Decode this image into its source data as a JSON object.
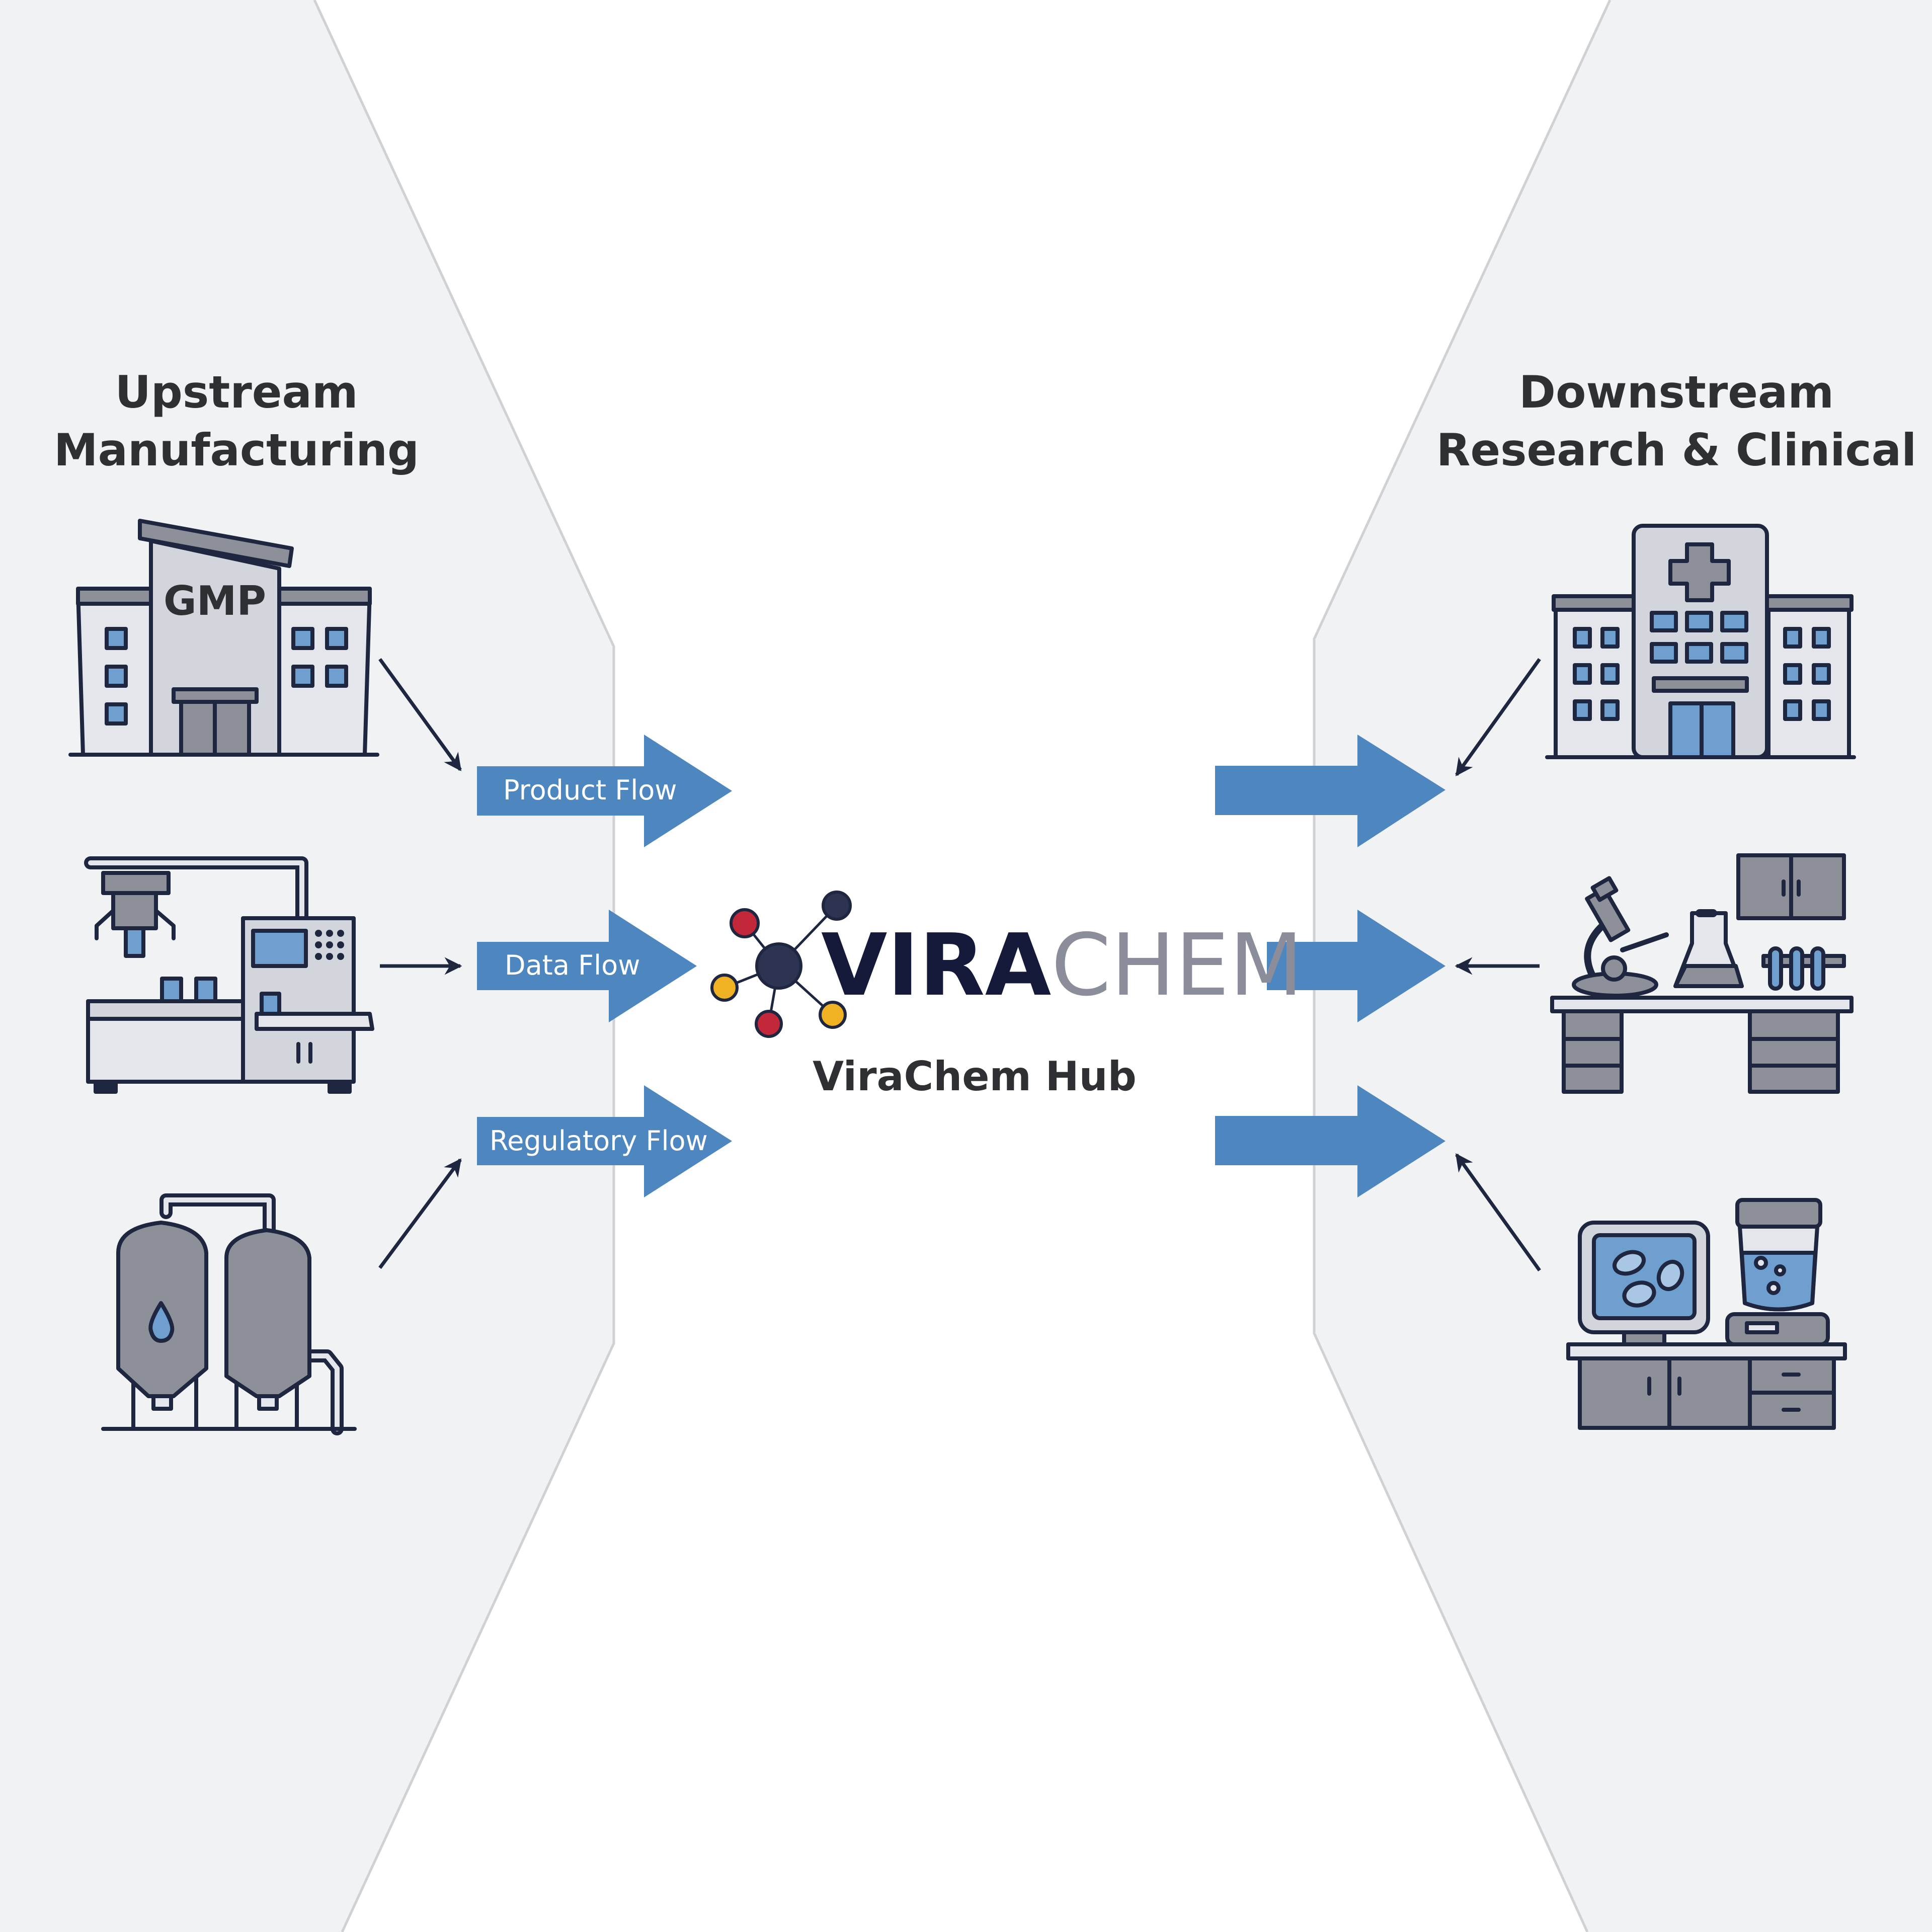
{
  "colors": {
    "background": "#ffffff",
    "panel": "#f1f2f4",
    "panel_edge": "#cfd1d5",
    "arrow_blue": "#4e86bf",
    "ink": "#1e2640",
    "heading_text": "#2f3033",
    "brand_dark": "#151a3a",
    "brand_gray": "#8b8e9a",
    "node_red": "#c3283a",
    "node_yellow": "#f0b223",
    "node_navy": "#2c3452"
  },
  "upstream": {
    "heading_line1": "Upstream",
    "heading_line2": "Manufacturing",
    "facility_sign": "GMP",
    "icons": [
      "gmp-factory-icon",
      "robotic-filling-line-icon",
      "bioreactor-tanks-icon"
    ]
  },
  "downstream": {
    "heading_line1": "Downstream",
    "heading_line2": "Research & Clinical",
    "icons": [
      "hospital-icon",
      "laboratory-bench-icon",
      "cell-imaging-station-icon"
    ]
  },
  "flows": {
    "product": "Product Flow",
    "data": "Data Flow",
    "regulatory": "Regulatory Flow"
  },
  "hub": {
    "brand_part1": "VIRA",
    "brand_part2": "CHEM",
    "caption": "ViraChem Hub",
    "logo_icon": "molecule-network-icon"
  }
}
